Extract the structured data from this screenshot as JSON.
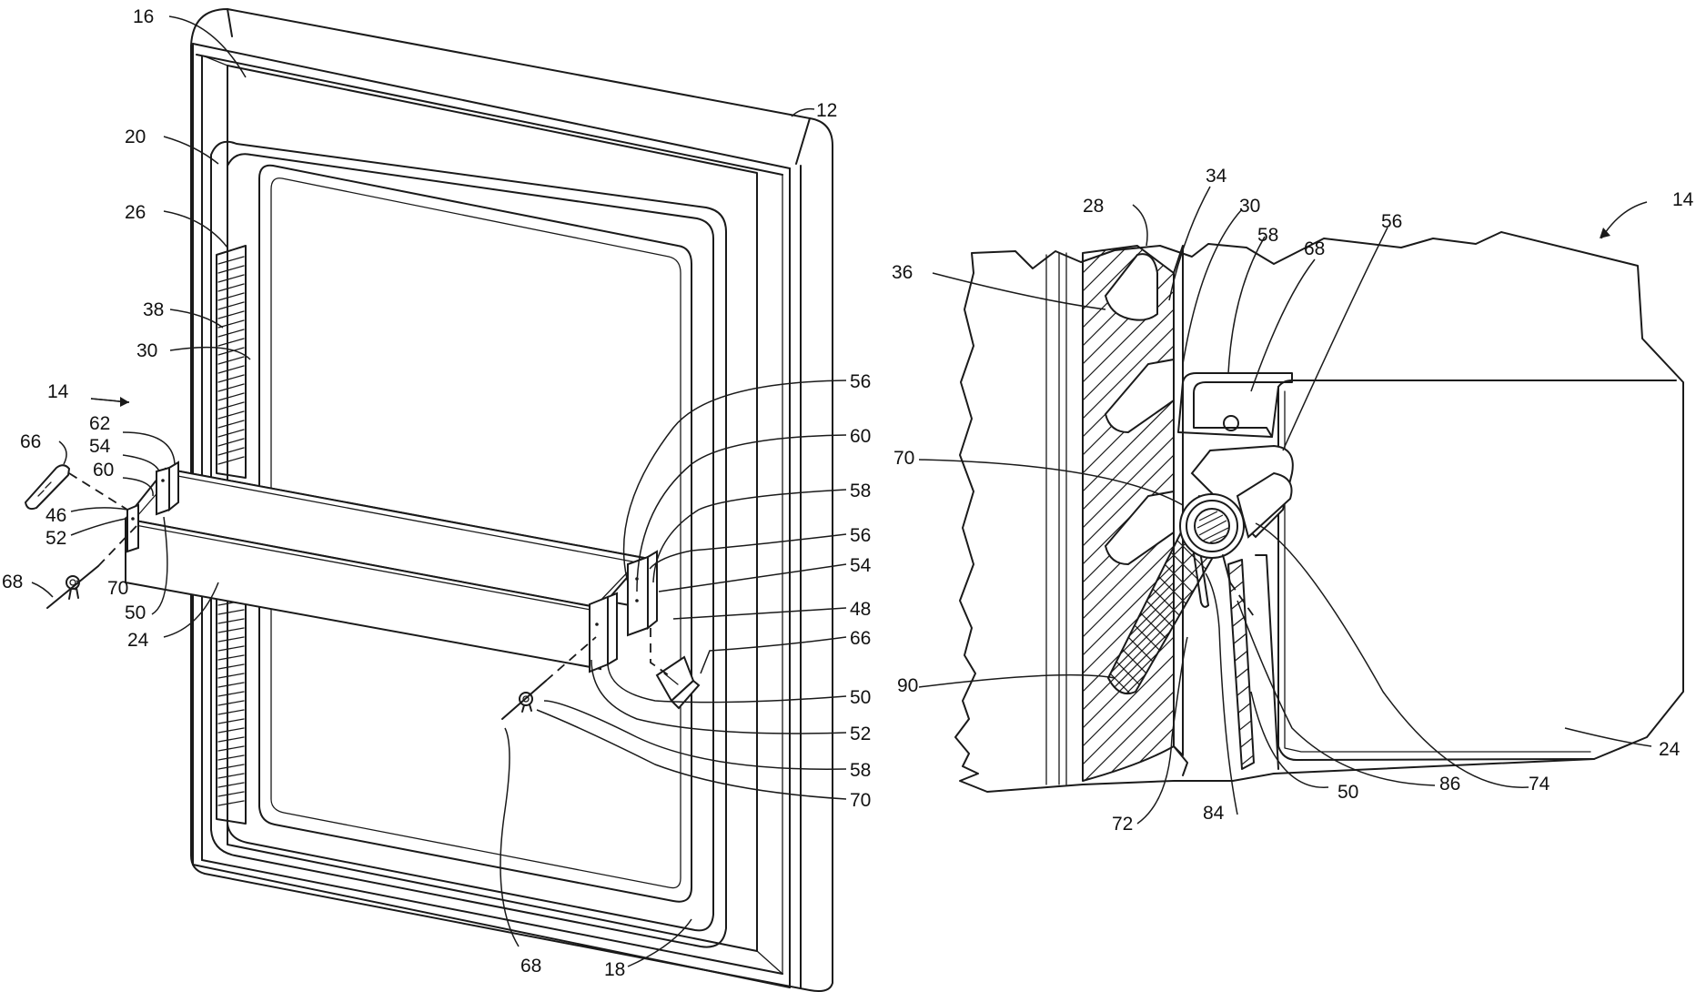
{
  "figure_left": {
    "labels": {
      "r16": "16",
      "r12": "12",
      "r20": "20",
      "r26": "26",
      "r38": "38",
      "r30": "30",
      "r14": "14",
      "r62": "62",
      "r66a": "66",
      "r54a": "54",
      "r60a": "60",
      "r46": "46",
      "r52a": "52",
      "r70a": "70",
      "r68a": "68",
      "r50a": "50",
      "r24": "24",
      "r56a": "56",
      "r60b": "60",
      "r58a": "58",
      "r56b": "56",
      "r54b": "54",
      "r48": "48",
      "r66b": "66",
      "r50b": "50",
      "r52b": "52",
      "r58b": "58",
      "r70b": "70",
      "r68b": "68",
      "r18": "18"
    }
  },
  "figure_right": {
    "labels": {
      "r34": "34",
      "r28": "28",
      "r30": "30",
      "r58": "58",
      "r68": "68",
      "r56": "56",
      "r14": "14",
      "r36": "36",
      "r70": "70",
      "r90": "90",
      "r72": "72",
      "r84": "84",
      "r50": "50",
      "r86": "86",
      "r74": "74",
      "r24": "24"
    }
  }
}
